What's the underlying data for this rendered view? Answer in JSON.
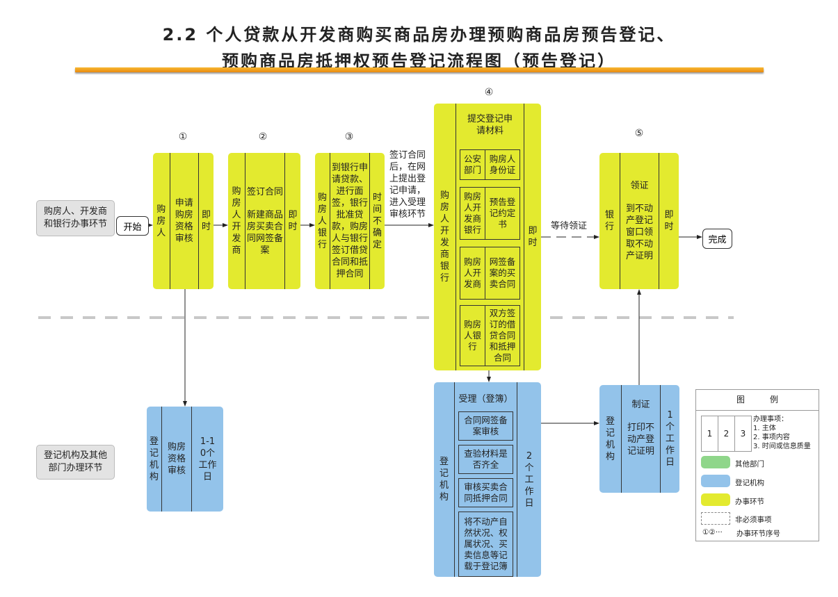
{
  "title": {
    "line1": "2.2 个人贷款从开发商购买商品房办理预购商品房预告登记、",
    "line2": "预购商品房抵押权预告登记流程图（预告登记）"
  },
  "lanes": {
    "top": "购房人、开发商和银行办事环节",
    "bottom": "登记机构及其他部门办理环节"
  },
  "start": "开始",
  "end": "完成",
  "steps": [
    {
      "num": "①",
      "subject": "购房人",
      "content": "申请购房资格审核",
      "time": "即时"
    },
    {
      "num": "②",
      "subject": "购房人开发商",
      "content": "签订合同",
      "detail": "新建商品房买卖合同网签备案",
      "time": "即时"
    },
    {
      "num": "③",
      "subject": "购房人银行",
      "content": "到银行申请贷款、进行面签，银行批准贷款，购房人与银行签订借贷合同和抵押合同",
      "time": "时间不确定"
    },
    {
      "num": "④",
      "subject": "购房人开发商银行",
      "content": "提交登记申请材料",
      "time": "即时",
      "materials": [
        {
          "who": "公安部门",
          "what": "购房人身份证"
        },
        {
          "who": "购房人开发商银行",
          "what": "预告登记约定书"
        },
        {
          "who": "购房人开发商",
          "what": "网签备案的买卖合同"
        },
        {
          "who": "购房人银行",
          "what": "双方签订的借贷合同和抵押合同"
        }
      ]
    },
    {
      "num": "⑤",
      "subject": "银行",
      "content": "领证",
      "detail": "到不动产登记窗口领取不动产证明",
      "time": "即时"
    }
  ],
  "note_3_4": "签订合同后，在网上提出登记申请，进入受理审核环节",
  "wait_label": "等待领证",
  "reg_steps": [
    {
      "subject": "登记机构",
      "content": "购房资格审核",
      "time": "1-10个工作日"
    },
    {
      "subject": "登记机构",
      "content": "受理（登簿）",
      "time": "2个工作日",
      "items": [
        "合同网签备案审核",
        "查验材料是否齐全",
        "审核买卖合同抵押合同",
        "将不动产自然状况、权属状况、买卖信息等记载于登记簿"
      ]
    },
    {
      "subject": "登记机构",
      "content": "制证",
      "detail": "打印不动产登记证明",
      "time": "1个工作日"
    }
  ],
  "legend": {
    "title": "图　　　例",
    "cells": [
      "1",
      "2",
      "3"
    ],
    "desc": [
      "办理事项：",
      "1. 主体",
      "2. 事项内容",
      "3. 时间或信息质量"
    ],
    "items": [
      {
        "label": "其他部门",
        "color": "#8fd68a"
      },
      {
        "label": "登记机构",
        "color": "#93c3ea"
      },
      {
        "label": "办事环节",
        "color": "#e3ea2f"
      },
      {
        "label": "非必须事项",
        "color": "dashed"
      }
    ],
    "seq_symbol": "①②···",
    "seq_label": "办事环节序号"
  }
}
